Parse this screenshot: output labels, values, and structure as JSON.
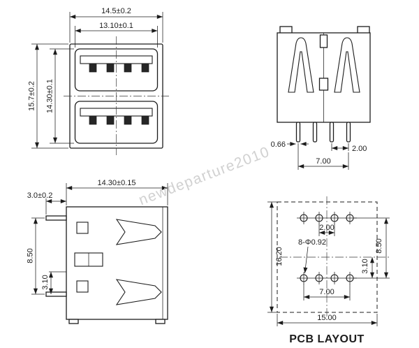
{
  "watermark": "newdeparture2010",
  "pcb_label": "PCB LAYOUT",
  "front_view": {
    "outer_width": "14.5±0.2",
    "inner_width": "13.10±0.1",
    "outer_height": "15.7±0.2",
    "inner_height": "14.30±0.1"
  },
  "side_view": {
    "pin_width": "0.66",
    "pin_pitch": "2.00",
    "pin_span": "7.00"
  },
  "profile_view": {
    "width": "14.30±0.15",
    "pin_length": "3.0±0.2",
    "pin_row_spacing": "8.50",
    "pin_row_offset": "3.10"
  },
  "pcb_layout": {
    "hole_pitch": "2.00",
    "hole_callout": "8-Φ0.92",
    "board_height": "16.20",
    "row_spacing": "8.50",
    "row_offset": "3.10",
    "hole_span": "7.00",
    "board_width": "15.00"
  }
}
